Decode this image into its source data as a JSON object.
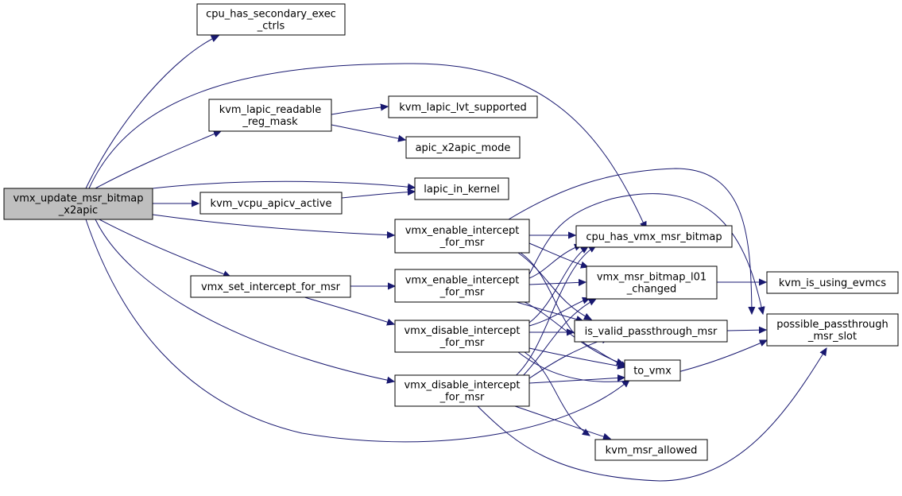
{
  "colors": {
    "edge": "#191970",
    "node_border": "#000000",
    "node_fill": "#ffffff",
    "root_fill": "#bfbfbf"
  },
  "nodes": {
    "root": [
      "vmx_update_msr_bitmap",
      "_x2apic"
    ],
    "cpu_has_secondary_exec_ctrls": [
      "cpu_has_secondary_exec",
      "_ctrls"
    ],
    "kvm_lapic_readable_reg_mask": [
      "kvm_lapic_readable",
      "_reg_mask"
    ],
    "kvm_lapic_lvt_supported": [
      "kvm_lapic_lvt_supported"
    ],
    "apic_x2apic_mode": [
      "apic_x2apic_mode"
    ],
    "lapic_in_kernel": [
      "lapic_in_kernel"
    ],
    "kvm_vcpu_apicv_active": [
      "kvm_vcpu_apicv_active"
    ],
    "vmx_enable_intercept_a": [
      "vmx_enable_intercept",
      "_for_msr"
    ],
    "vmx_set_intercept_for_msr": [
      "vmx_set_intercept_for_msr"
    ],
    "vmx_enable_intercept_b": [
      "vmx_enable_intercept",
      "_for_msr"
    ],
    "vmx_disable_intercept_a": [
      "vmx_disable_intercept",
      "_for_msr"
    ],
    "vmx_disable_intercept_b": [
      "vmx_disable_intercept",
      "_for_msr"
    ],
    "cpu_has_vmx_msr_bitmap": [
      "cpu_has_vmx_msr_bitmap"
    ],
    "vmx_msr_bitmap_l01_changed": [
      "vmx_msr_bitmap_l01",
      "_changed"
    ],
    "is_valid_passthrough_msr": [
      "is_valid_passthrough_msr"
    ],
    "to_vmx": [
      "to_vmx"
    ],
    "kvm_msr_allowed": [
      "kvm_msr_allowed"
    ],
    "kvm_is_using_evmcs": [
      "kvm_is_using_evmcs"
    ],
    "possible_passthrough_msr_slot": [
      "possible_passthrough",
      "_msr_slot"
    ]
  }
}
